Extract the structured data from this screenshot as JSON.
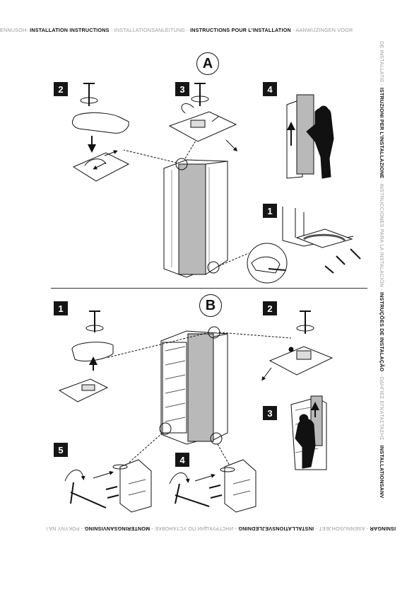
{
  "header": {
    "prefix": "ENNUSOH-",
    "items": [
      {
        "text": "INSTALLATION INSTRUCTIONS",
        "bold": true
      },
      {
        "text": " - ",
        "bold": false
      },
      {
        "text": "INSTALLATIONSANLEITUNG",
        "bold": false
      },
      {
        "text": " - ",
        "bold": false
      },
      {
        "text": "INSTRUCTIONS POUR L'INSTALLATION",
        "bold": true
      },
      {
        "text": " - ",
        "bold": false
      },
      {
        "text": "AANWIJZINGEN VOOR",
        "bold": false
      }
    ]
  },
  "side": {
    "items": [
      {
        "text": "DE INSTALLATIE - ",
        "bold": false
      },
      {
        "text": "ISTRUZIONI PER L'INSTALLAZIONE",
        "bold": true
      },
      {
        "text": " - ",
        "bold": false
      },
      {
        "text": "INSTRUCCIONES PARA LA INSTALACIÓN",
        "bold": false
      },
      {
        "text": " - ",
        "bold": false
      },
      {
        "text": "INSTRUÇÕES DE INSTALAÇÃO",
        "bold": true
      },
      {
        "text": " - ",
        "bold": false
      },
      {
        "text": "ΟΔΗΓΙΕΣ ΕΓΚΑΤΑΣΤΑΣΗΣ",
        "bold": false
      },
      {
        "text": " - ",
        "bold": false
      },
      {
        "text": "INSTALLATIONSANV",
        "bold": true
      }
    ]
  },
  "footer": {
    "items": [
      {
        "text": "ISNINGAR",
        "bold": true
      },
      {
        "text": " - ",
        "bold": false
      },
      {
        "text": "ASENNUSOHJEET",
        "bold": false
      },
      {
        "text": " - ",
        "bold": false
      },
      {
        "text": "INSTALLATIONSVEJLEDNING",
        "bold": true
      },
      {
        "text": " - ",
        "bold": false
      },
      {
        "text": "ИНСТРУКЦИИ ПО УСТАНОВКЕ",
        "bold": false
      },
      {
        "text": " - ",
        "bold": false
      },
      {
        "text": "MONTERINGSANVISNING",
        "bold": true
      },
      {
        "text": " - ",
        "bold": false
      },
      {
        "text": "POKYNY NA I",
        "bold": false
      }
    ]
  },
  "sections": {
    "a_label": "A",
    "b_label": "B"
  },
  "steps_a": [
    "2",
    "3",
    "4",
    "1"
  ],
  "steps_b": [
    "1",
    "2",
    "3",
    "5",
    "4"
  ],
  "colors": {
    "ink": "#111111",
    "panel": "#b9b9b9",
    "muted": "#9a9a9a"
  }
}
